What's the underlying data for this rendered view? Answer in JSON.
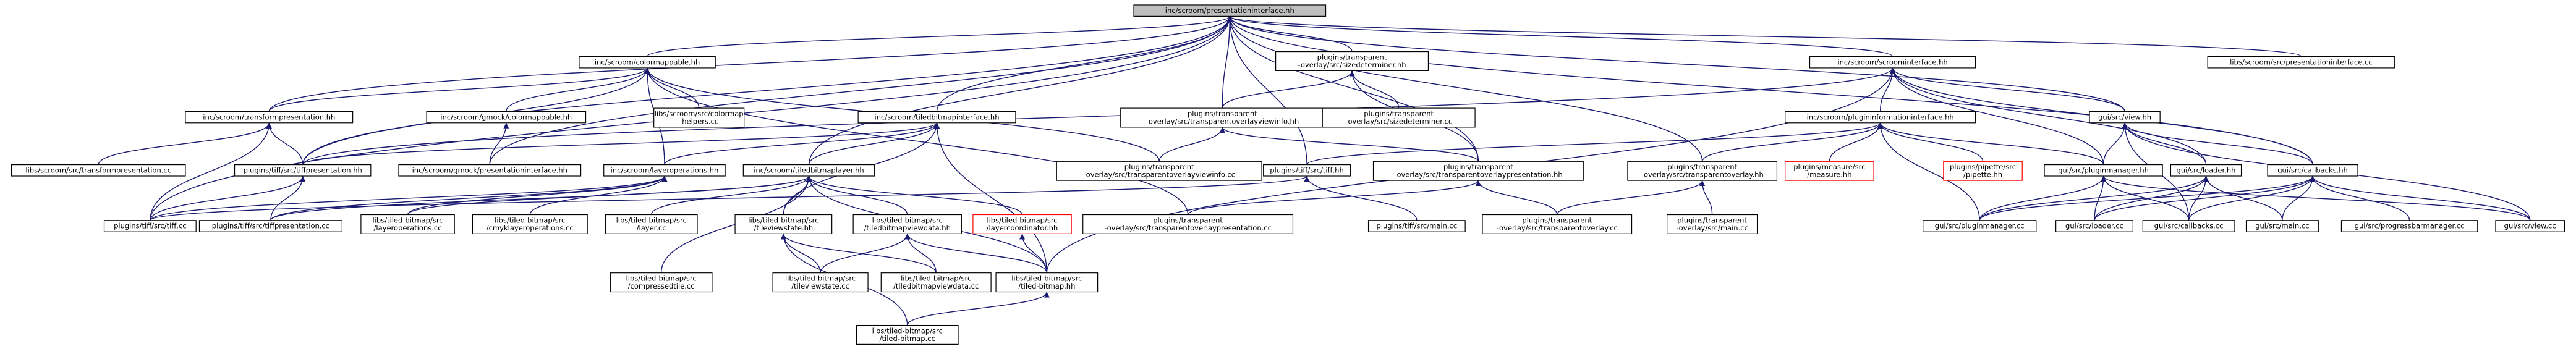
{
  "graph_title": "",
  "colors": {
    "edge": "#191970",
    "root_fill": "#bfbfbf",
    "node_border": "#000000",
    "missing_border": "#ff0000"
  },
  "nodes": {
    "root": [
      "inc/scroom/presentationinterface.hh"
    ],
    "colormappable_hh": [
      "inc/scroom/colormappable.hh"
    ],
    "sizedeterminer_hh": [
      "plugins/transparent",
      "-overlay/src/sizedeterminer.hh"
    ],
    "scroominterface_hh": [
      "inc/scroom/scroominterface.hh"
    ],
    "presentationinterface_cc": [
      "libs/scroom/src/presentationinterface.cc"
    ],
    "transformpresentation_hh": [
      "inc/scroom/transformpresentation.hh"
    ],
    "gmock_colormappable_hh": [
      "inc/scroom/gmock/colormappable.hh"
    ],
    "colormap_helpers_cc": [
      "libs/scroom/src/colormap",
      "-helpers.cc"
    ],
    "tiledbitmapinterface_hh": [
      "inc/scroom/tiledbitmapinterface.hh"
    ],
    "transparentoverlayviewinfo_hh": [
      "plugins/transparent",
      "-overlay/src/transparentoverlayviewinfo.hh"
    ],
    "sizedeterminer_cc": [
      "plugins/transparent",
      "-overlay/src/sizedeterminer.cc"
    ],
    "plugininformationinterface_hh": [
      "inc/scroom/plugininformationinterface.hh"
    ],
    "view_hh": [
      "gui/src/view.hh"
    ],
    "transformpresentation_cc": [
      "libs/scroom/src/transformpresentation.cc"
    ],
    "tiffpresentation_hh": [
      "plugins/tiff/src/tiffpresentation.hh"
    ],
    "gmock_presentationinterface_hh": [
      "inc/scroom/gmock/presentationinterface.hh"
    ],
    "layeroperations_hh": [
      "inc/scroom/layeroperations.hh"
    ],
    "tiledbitmaplayer_hh": [
      "inc/scroom/tiledbitmaplayer.hh"
    ],
    "transparentoverlayviewinfo_cc": [
      "plugins/transparent",
      "-overlay/src/transparentoverlayviewinfo.cc"
    ],
    "tiff_hh": [
      "plugins/tiff/src/tiff.hh"
    ],
    "transparentoverlaypresentation_hh": [
      "plugins/transparent",
      "-overlay/src/transparentoverlaypresentation.hh"
    ],
    "transparentoverlay_hh": [
      "plugins/transparent",
      "-overlay/src/transparentoverlay.hh"
    ],
    "measure_hh": [
      "plugins/measure/src",
      "/measure.hh"
    ],
    "pipette_hh": [
      "plugins/pipette/src",
      "/pipette.hh"
    ],
    "pluginmanager_hh": [
      "gui/src/pluginmanager.hh"
    ],
    "loader_hh": [
      "gui/src/loader.hh"
    ],
    "callbacks_hh": [
      "gui/src/callbacks.hh"
    ],
    "tiff_cc": [
      "plugins/tiff/src/tiff.cc"
    ],
    "tiffpresentation_cc": [
      "plugins/tiff/src/tiffpresentation.cc"
    ],
    "tb_layeroperations_cc": [
      "libs/tiled-bitmap/src",
      "/layeroperations.cc"
    ],
    "tb_cmyklayeroperations_cc": [
      "libs/tiled-bitmap/src",
      "/cmyklayeroperations.cc"
    ],
    "tb_layer_cc": [
      "libs/tiled-bitmap/src",
      "/layer.cc"
    ],
    "tb_tileviewstate_hh": [
      "libs/tiled-bitmap/src",
      "/tileviewstate.hh"
    ],
    "tb_tiledbitmapviewdata_hh": [
      "libs/tiled-bitmap/src",
      "/tiledbitmapviewdata.hh"
    ],
    "tb_layercoordinator_hh": [
      "libs/tiled-bitmap/src",
      "/layercoordinator.hh"
    ],
    "transparentoverlaypresentation_cc": [
      "plugins/transparent",
      "-overlay/src/transparentoverlaypresentation.cc"
    ],
    "tiff_main_cc": [
      "plugins/tiff/src/main.cc"
    ],
    "transparentoverlay_cc": [
      "plugins/transparent",
      "-overlay/src/transparentoverlay.cc"
    ],
    "transparent_main_cc": [
      "plugins/transparent",
      "-overlay/src/main.cc"
    ],
    "pluginmanager_cc": [
      "gui/src/pluginmanager.cc"
    ],
    "loader_cc": [
      "gui/src/loader.cc"
    ],
    "callbacks_cc": [
      "gui/src/callbacks.cc"
    ],
    "gui_main_cc": [
      "gui/src/main.cc"
    ],
    "progressbarmanager_cc": [
      "gui/src/progressbarmanager.cc"
    ],
    "view_cc": [
      "gui/src/view.cc"
    ],
    "tb_compressedtile_cc": [
      "libs/tiled-bitmap/src",
      "/compressedtile.cc"
    ],
    "tb_tileviewstate_cc": [
      "libs/tiled-bitmap/src",
      "/tileviewstate.cc"
    ],
    "tb_tiledbitmapviewdata_cc": [
      "libs/tiled-bitmap/src",
      "/tiledbitmapviewdata.cc"
    ],
    "tb_tiled_bitmap_hh": [
      "libs/tiled-bitmap/src",
      "/tiled-bitmap.hh"
    ],
    "tb_tiled_bitmap_cc": [
      "libs/tiled-bitmap/src",
      "/tiled-bitmap.cc"
    ]
  },
  "edges": [
    [
      "root",
      "colormappable_hh"
    ],
    [
      "root",
      "sizedeterminer_hh"
    ],
    [
      "root",
      "scroominterface_hh"
    ],
    [
      "root",
      "presentationinterface_cc"
    ],
    [
      "root",
      "transformpresentation_hh"
    ],
    [
      "root",
      "tiledbitmapinterface_hh"
    ],
    [
      "root",
      "transparentoverlayviewinfo_hh"
    ],
    [
      "root",
      "tiffpresentation_hh"
    ],
    [
      "root",
      "gmock_presentationinterface_hh"
    ],
    [
      "root",
      "tiledbitmaplayer_hh"
    ],
    [
      "root",
      "tiff_hh"
    ],
    [
      "root",
      "transparentoverlaypresentation_hh"
    ],
    [
      "root",
      "transparentoverlay_hh"
    ],
    [
      "root",
      "view_hh"
    ],
    [
      "root",
      "callbacks_hh"
    ],
    [
      "root",
      "tiff_cc"
    ],
    [
      "colormappable_hh",
      "transformpresentation_hh"
    ],
    [
      "colormappable_hh",
      "gmock_colormappable_hh"
    ],
    [
      "colormappable_hh",
      "colormap_helpers_cc"
    ],
    [
      "colormappable_hh",
      "tiffpresentation_hh"
    ],
    [
      "colormappable_hh",
      "layeroperations_hh"
    ],
    [
      "colormappable_hh",
      "transparentoverlayviewinfo_cc"
    ],
    [
      "colormappable_hh",
      "transparentoverlaypresentation_cc"
    ],
    [
      "sizedeterminer_hh",
      "transparentoverlayviewinfo_hh"
    ],
    [
      "sizedeterminer_hh",
      "sizedeterminer_cc"
    ],
    [
      "sizedeterminer_hh",
      "transparentoverlaypresentation_hh"
    ],
    [
      "scroominterface_hh",
      "plugininformationinterface_hh"
    ],
    [
      "scroominterface_hh",
      "view_hh"
    ],
    [
      "scroominterface_hh",
      "tiffpresentation_hh"
    ],
    [
      "scroominterface_hh",
      "tb_tiled_bitmap_hh"
    ],
    [
      "scroominterface_hh",
      "callbacks_hh"
    ],
    [
      "scroominterface_hh",
      "pluginmanager_hh"
    ],
    [
      "scroominterface_hh",
      "loader_hh"
    ],
    [
      "transformpresentation_hh",
      "transformpresentation_cc"
    ],
    [
      "transformpresentation_hh",
      "tiffpresentation_hh"
    ],
    [
      "transformpresentation_hh",
      "tiff_cc"
    ],
    [
      "gmock_colormappable_hh",
      "gmock_presentationinterface_hh"
    ],
    [
      "tiledbitmapinterface_hh",
      "tiffpresentation_hh"
    ],
    [
      "tiledbitmapinterface_hh",
      "tiledbitmaplayer_hh"
    ],
    [
      "tiledbitmapinterface_hh",
      "tb_tileviewstate_hh"
    ],
    [
      "tiledbitmapinterface_hh",
      "tb_tiled_bitmap_hh"
    ],
    [
      "tiledbitmapinterface_hh",
      "layeroperations_hh"
    ],
    [
      "transparentoverlayviewinfo_hh",
      "transparentoverlayviewinfo_cc"
    ],
    [
      "transparentoverlayviewinfo_hh",
      "transparentoverlaypresentation_hh"
    ],
    [
      "plugininformationinterface_hh",
      "tiff_hh"
    ],
    [
      "plugininformationinterface_hh",
      "transparentoverlay_hh"
    ],
    [
      "plugininformationinterface_hh",
      "measure_hh"
    ],
    [
      "plugininformationinterface_hh",
      "pipette_hh"
    ],
    [
      "plugininformationinterface_hh",
      "pluginmanager_hh"
    ],
    [
      "plugininformationinterface_hh",
      "pluginmanager_cc"
    ],
    [
      "view_hh",
      "pluginmanager_hh"
    ],
    [
      "view_hh",
      "loader_hh"
    ],
    [
      "view_hh",
      "callbacks_hh"
    ],
    [
      "view_hh",
      "callbacks_cc"
    ],
    [
      "view_hh",
      "view_cc"
    ],
    [
      "tiffpresentation_hh",
      "tiff_cc"
    ],
    [
      "tiffpresentation_hh",
      "tiffpresentation_cc"
    ],
    [
      "layeroperations_hh",
      "tiffpresentation_cc"
    ],
    [
      "layeroperations_hh",
      "tb_layeroperations_cc"
    ],
    [
      "layeroperations_hh",
      "tb_cmyklayeroperations_cc"
    ],
    [
      "layeroperations_hh",
      "tiff_cc"
    ],
    [
      "tiledbitmaplayer_hh",
      "tiffpresentation_cc"
    ],
    [
      "tiledbitmaplayer_hh",
      "tb_layer_cc"
    ],
    [
      "tiledbitmaplayer_hh",
      "tb_tileviewstate_hh"
    ],
    [
      "tiledbitmaplayer_hh",
      "tb_tiledbitmapviewdata_hh"
    ],
    [
      "tiledbitmaplayer_hh",
      "tb_layercoordinator_hh"
    ],
    [
      "tiledbitmaplayer_hh",
      "tb_compressedtile_cc"
    ],
    [
      "tiledbitmaplayer_hh",
      "tb_tiled_bitmap_hh"
    ],
    [
      "tiledbitmaplayer_hh",
      "tb_layeroperations_cc"
    ],
    [
      "tiff_hh",
      "tiff_cc"
    ],
    [
      "tiff_hh",
      "tiff_main_cc"
    ],
    [
      "transparentoverlaypresentation_hh",
      "transparentoverlaypresentation_cc"
    ],
    [
      "transparentoverlaypresentation_hh",
      "transparentoverlay_cc"
    ],
    [
      "transparentoverlay_hh",
      "transparentoverlay_cc"
    ],
    [
      "transparentoverlay_hh",
      "transparent_main_cc"
    ],
    [
      "pluginmanager_hh",
      "pluginmanager_cc"
    ],
    [
      "pluginmanager_hh",
      "loader_cc"
    ],
    [
      "pluginmanager_hh",
      "callbacks_cc"
    ],
    [
      "pluginmanager_hh",
      "view_cc"
    ],
    [
      "loader_hh",
      "loader_cc"
    ],
    [
      "loader_hh",
      "callbacks_cc"
    ],
    [
      "loader_hh",
      "gui_main_cc"
    ],
    [
      "loader_hh",
      "pluginmanager_cc"
    ],
    [
      "callbacks_hh",
      "callbacks_cc"
    ],
    [
      "callbacks_hh",
      "loader_cc"
    ],
    [
      "callbacks_hh",
      "gui_main_cc"
    ],
    [
      "callbacks_hh",
      "progressbarmanager_cc"
    ],
    [
      "callbacks_hh",
      "view_cc"
    ],
    [
      "callbacks_hh",
      "pluginmanager_cc"
    ],
    [
      "tb_tileviewstate_hh",
      "tb_tileviewstate_cc"
    ],
    [
      "tb_tileviewstate_hh",
      "tb_tiledbitmapviewdata_cc"
    ],
    [
      "tb_tileviewstate_hh",
      "tb_tiled_bitmap_cc"
    ],
    [
      "tb_tiledbitmapviewdata_hh",
      "tb_tiledbitmapviewdata_cc"
    ],
    [
      "tb_tiledbitmapviewdata_hh",
      "tb_tiled_bitmap_hh"
    ],
    [
      "tb_tiledbitmapviewdata_hh",
      "tb_tileviewstate_cc"
    ],
    [
      "tb_layercoordinator_hh",
      "tb_tiled_bitmap_hh"
    ],
    [
      "tb_tiled_bitmap_hh",
      "tb_tiled_bitmap_cc"
    ]
  ]
}
